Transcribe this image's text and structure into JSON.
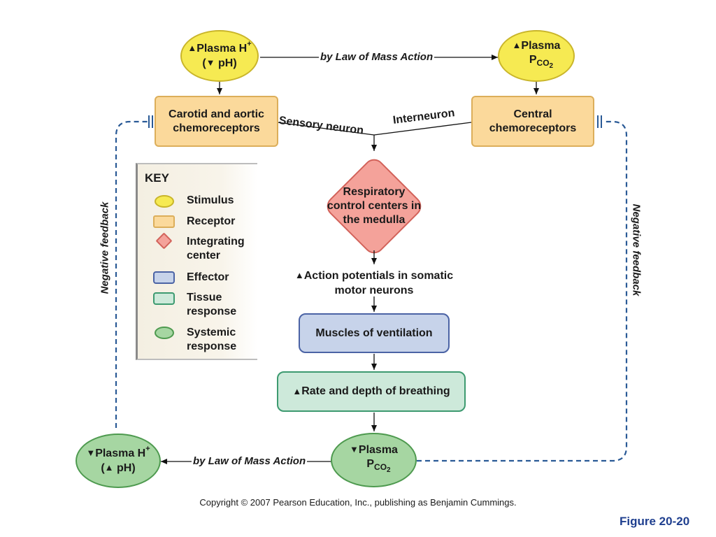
{
  "stimulus_top": {
    "line1": "Plasma H",
    "line1_sup": "+",
    "line2_open": "(",
    "line2_text": " pH)"
  },
  "stimulus_top_right": {
    "line1": "Plasma",
    "line2": "P",
    "line2_sub": "CO",
    "line2_sub2": "2"
  },
  "mass_action_label": "by Law of Mass Action",
  "carotid_receptor": "Carotid and aortic chemoreceptors",
  "central_receptor": "Central chemoreceptors",
  "sensory_neuron": "Sensory neuron",
  "interneuron": "Interneuron",
  "integrating_center": "Respiratory control centers in the medulla",
  "action_potentials": {
    "line1": "Action potentials in somatic",
    "line2": "motor neurons"
  },
  "effector": "Muscles of ventilation",
  "tissue_response": "Rate and depth of breathing",
  "systemic_right": {
    "line1": "Plasma",
    "line2": "P",
    "line2_sub": "CO",
    "line2_sub2": "2"
  },
  "systemic_left": {
    "line1": "Plasma H",
    "line1_sup": "+",
    "line2_open": "(",
    "line2_text": " pH)"
  },
  "mass_action_label_bottom": "by Law of Mass Action",
  "negative_feedback_left": "Negative feedback",
  "negative_feedback_right": "Negative feedback",
  "key": {
    "title": "KEY",
    "items": [
      "Stimulus",
      "Receptor",
      "Integrating center",
      "Effector",
      "Tissue response",
      "Systemic response"
    ]
  },
  "copyright": "Copyright © 2007 Pearson Education, Inc., publishing as Benjamin Cummings.",
  "figure_label": "Figure 20-20",
  "colors": {
    "stimulus": "#f6ea52",
    "receptor": "#fbd99b",
    "integrating": "#f4a29a",
    "effector": "#c7d3ea",
    "tissue": "#cde9da",
    "systemic": "#a6d6a2",
    "feedback_line": "#2a5a96",
    "figure_label": "#1f3f8f"
  }
}
